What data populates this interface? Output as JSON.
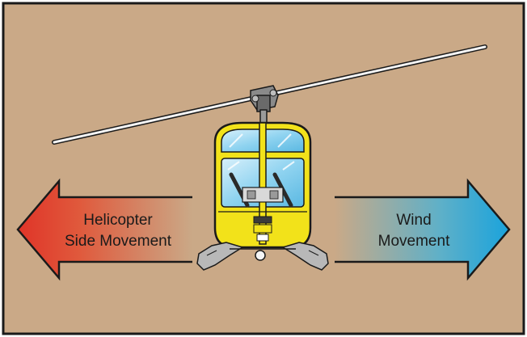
{
  "labels": {
    "left_arrow_line1": "Helicopter",
    "left_arrow_line2": "Side Movement",
    "right_arrow_line1": "Wind",
    "right_arrow_line2": "Movement"
  },
  "colors": {
    "background": "#caa987",
    "frame": "#1a1a1a",
    "left_arrow_start": "#e03428",
    "left_arrow_end": "#caa987",
    "right_arrow_start": "#caa987",
    "right_arrow_end": "#1aa3dc",
    "helicopter_body": "#f2e21a",
    "windshield": "#8fd3f0",
    "frame_gray": "#b8b8b8"
  },
  "icons": {
    "helicopter": "helicopter-front-view-icon",
    "left_arrow": "arrow-left-icon",
    "right_arrow": "arrow-right-icon"
  }
}
